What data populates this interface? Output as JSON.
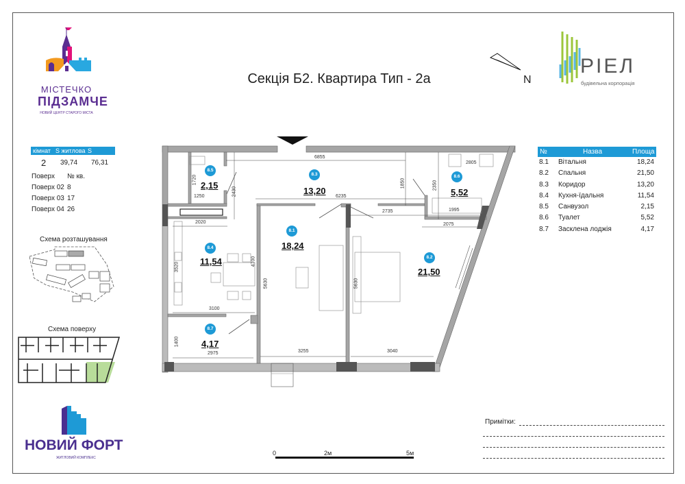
{
  "title": "Секція Б2. Квартира Тип - 2а",
  "brand_left": {
    "line1": "МІСТЕЧКО",
    "line2": "ПІДЗАМЧЕ",
    "tagline": "НОВИЙ ЦЕНТР СТАРОГО МІСТА"
  },
  "brand_right": {
    "name": "РІЕЛ",
    "tagline": "будівельна корпорація"
  },
  "brand_bottom": {
    "name": "НОВИЙ ФОРТ",
    "tagline": "ЖИТЛОВИЙ КОМПЛЕКС"
  },
  "compass": {
    "label": "N"
  },
  "summary": {
    "headers": [
      "кімнат",
      "S житлова",
      "S загальна"
    ],
    "values": [
      "2",
      "39,74",
      "76,31"
    ],
    "floor_header": [
      "Поверх",
      "№ кв."
    ],
    "floors": [
      [
        "Поверх 02",
        "8"
      ],
      [
        "Поверх 03",
        "17"
      ],
      [
        "Поверх 04",
        "26"
      ]
    ]
  },
  "schemes": {
    "location": "Схема розташування",
    "floor": "Схема поверху"
  },
  "rooms_table": {
    "headers": [
      "№",
      "Назва",
      "Площа"
    ],
    "rows": [
      [
        "8.1",
        "Вітальня",
        "18,24"
      ],
      [
        "8.2",
        "Спальня",
        "21,50"
      ],
      [
        "8.3",
        "Коридор",
        "13,20"
      ],
      [
        "8.4",
        "Кухня-їдальня",
        "11,54"
      ],
      [
        "8.5",
        "Санвузол",
        "2,15"
      ],
      [
        "8.6",
        "Туалет",
        "5,52"
      ],
      [
        "8.7",
        "Засклена лоджія",
        "4,17"
      ]
    ]
  },
  "plan": {
    "rooms": [
      {
        "id": "8.5",
        "area": "2,15"
      },
      {
        "id": "8.3",
        "area": "13,20"
      },
      {
        "id": "8.6",
        "area": "5,52"
      },
      {
        "id": "8.4",
        "area": "11,54"
      },
      {
        "id": "8.1",
        "area": "18,24"
      },
      {
        "id": "8.2",
        "area": "21,50"
      },
      {
        "id": "8.7",
        "area": "4,17"
      }
    ],
    "dimensions": [
      "6855",
      "1720",
      "1250",
      "2430",
      "6235",
      "1850",
      "2350",
      "2805",
      "1995",
      "2735",
      "2075",
      "2020",
      "3520",
      "4700",
      "5630",
      "5630",
      "3100",
      "1400",
      "2975",
      "3255",
      "3040"
    ]
  },
  "scale_bar": {
    "labels": [
      "0",
      "2м",
      "5м"
    ]
  },
  "notes": {
    "label": "Примітки:"
  },
  "colors": {
    "accent": "#1e9ad6",
    "wall": "#9a9a9a",
    "wall_dark": "#555555"
  }
}
